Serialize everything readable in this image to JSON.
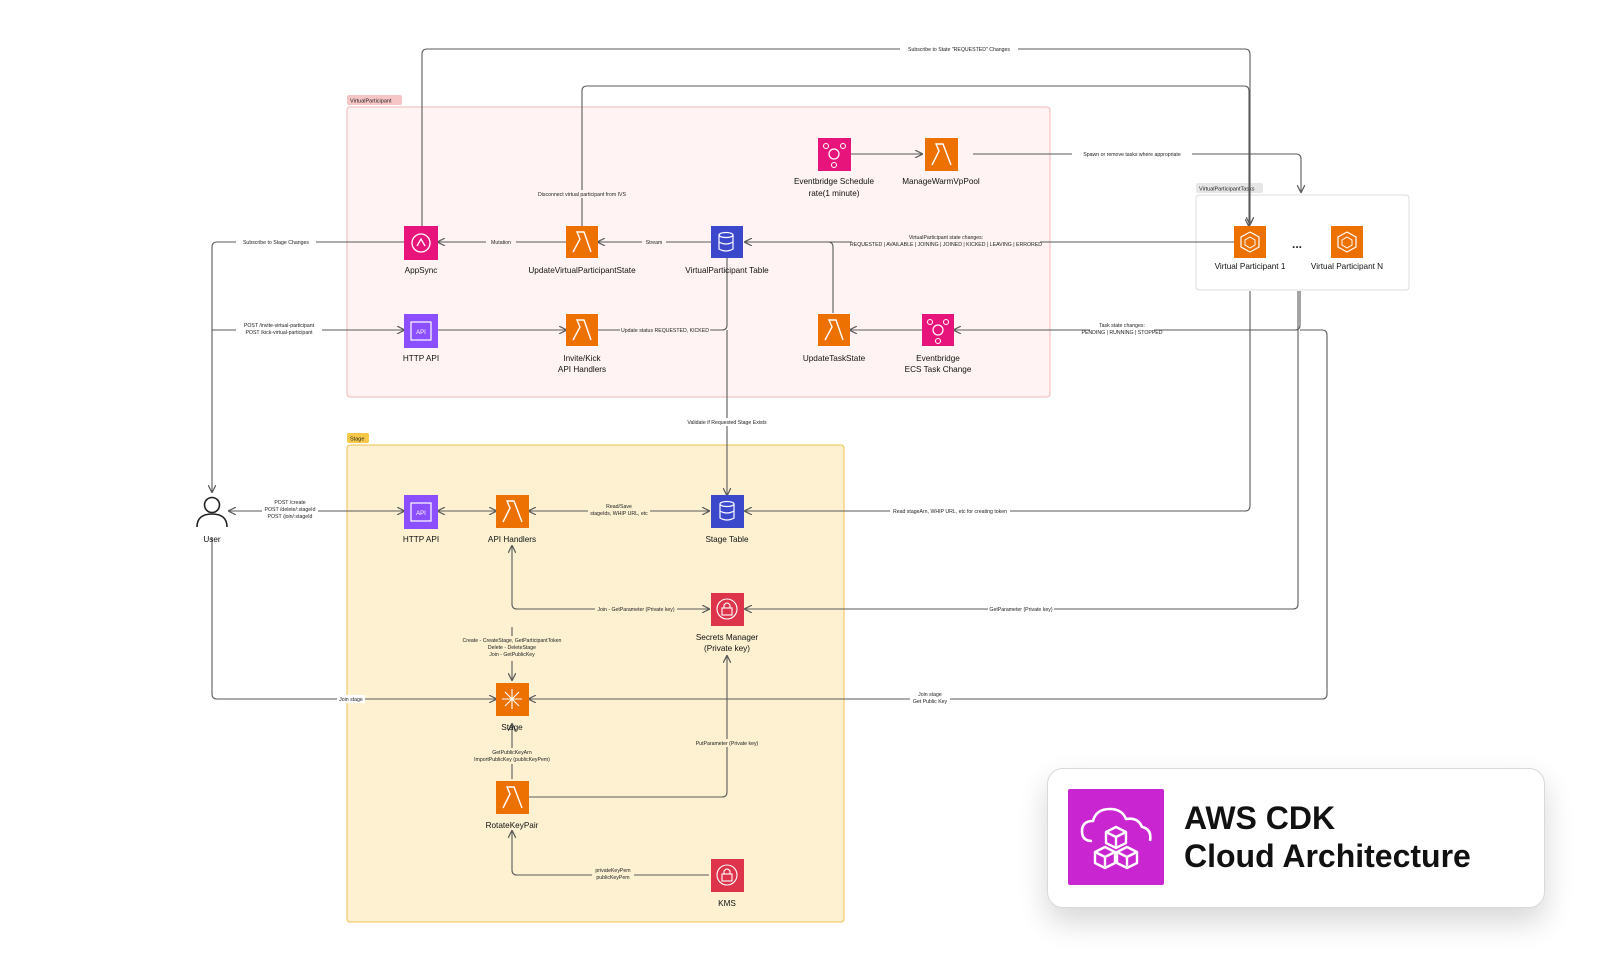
{
  "groups": {
    "virtual_participant": "VirtualParticipant",
    "stage": "Stage",
    "virtual_participant_tasks": "VirtualParticipantTasks"
  },
  "nodes": {
    "appsync": "AppSync",
    "update_vp_state": "UpdateVirtualParticipantState",
    "vp_table": "VirtualParticipant Table",
    "eventbridge_schedule_1": "Eventbridge Schedule",
    "eventbridge_schedule_2": "rate(1 minute)",
    "manage_warm_vp_pool": "ManageWarmVpPool",
    "http_api_vp": "HTTP API",
    "invite_kick_1": "Invite/Kick",
    "invite_kick_2": "API Handlers",
    "update_task_state": "UpdateTaskState",
    "eventbridge_ecs_1": "Eventbridge",
    "eventbridge_ecs_2": "ECS Task Change",
    "vp_1": "Virtual Participant 1",
    "vp_dots": "...",
    "vp_n": "Virtual Participant N",
    "user": "User",
    "http_api_stage": "HTTP API",
    "api_handlers": "API Handlers",
    "stage_table": "Stage Table",
    "secrets_manager_1": "Secrets Manager",
    "secrets_manager_2": "(Private key)",
    "stage": "Stage",
    "rotate_key_pair": "RotateKeyPair",
    "kms": "KMS"
  },
  "edges": {
    "subscribe_requested": "Subscribe to State \"REQUESTED\" Changes",
    "spawn_remove": "Spawn or remove tasks where appropriate",
    "disconnect": "Disconnect virtual participant from IVS",
    "subscribe_stage": "Subscribe to Stage Changes",
    "mutation": "Mutation",
    "stream": "Stream",
    "vp_state_changes_1": "VirtualParticipant state changes:",
    "vp_state_changes_2": "REQUESTED | AVAILABLE | JOINING | JOINED | KICKED | LEAVING | ERRORED",
    "post_invite_1": "POST /invite-virtual-participant",
    "post_invite_2": "POST /kick-virtual-participant",
    "update_status": "Update status REQUESTED, KICKED",
    "task_state_1": "Task state changes:",
    "task_state_2": "PENDING | RUNNING | STOPPED",
    "validate_stage": "Validate if Requested Stage Exists",
    "post_create_1": "POST /create",
    "post_create_2": "POST /delete/:stageId",
    "post_create_3": "POST /join/:stageId",
    "read_save_1": "Read/Save",
    "read_save_2": "stageIds, WHIP URL, etc",
    "read_stage_arn": "Read stageArn, WHIP URL, etc for creating token",
    "join_get_param": "Join - GetParameter (Private key)",
    "get_param": "GetParameter (Private key)",
    "create_1": "Create - CreateStage, GetParticipantToken",
    "create_2": "Delete - DeleteStage",
    "create_3": "Join - GetPublicKey",
    "join_stage": "Join stage",
    "join_stage_vp_1": "Join stage",
    "join_stage_vp_2": "Get Public Key",
    "get_public_key_1": "GetPublicKeyArn",
    "get_public_key_2": "ImportPublicKey (publicKeyPem)",
    "put_param": "PutParameter (Private key)",
    "private_key_1": "privateKeyPem",
    "private_key_2": "publicKeyPem"
  },
  "card": {
    "title_line1": "AWS CDK",
    "title_line2": "Cloud Architecture"
  },
  "colors": {
    "lambda": "#ed7100",
    "eventbridge": "#e7157b",
    "dynamodb": "#3b48cc",
    "api_gateway": "#8c4fff",
    "appsync": "#e7157b",
    "ecs": "#ed7100",
    "secrets": "#dd344c",
    "ivs_stage": "#ed7100",
    "cdk": "#c925d1",
    "vp_group_fill": "#fff3f3",
    "vp_group_border": "#f2b8b8",
    "stage_group_fill": "#fdf1d2",
    "stage_group_border": "#f0c24c"
  }
}
